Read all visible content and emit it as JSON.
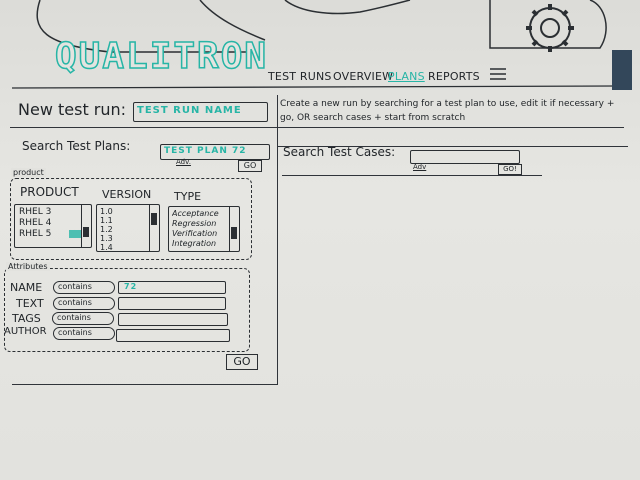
{
  "header": {
    "logo": "QUALITRON",
    "nav": [
      {
        "label": "TEST RUNS",
        "active": false
      },
      {
        "label": "OVERVIEW",
        "active": false
      },
      {
        "label": "PLANS",
        "active": true
      },
      {
        "label": "REPORTS",
        "active": false
      }
    ]
  },
  "new_run": {
    "label": "New test run:",
    "name_value": "TEST RUN NAME",
    "instructions": "Create a new run by searching for a test plan to use, edit it if necessary + go, OR search cases + start from scratch"
  },
  "search_plans": {
    "label": "Search Test Plans:",
    "value": "TEST PLAN 72",
    "adv_label": "Adv.",
    "go_label": "GO"
  },
  "product_group": {
    "title": "product",
    "columns": [
      {
        "header": "PRODUCT",
        "items": [
          "RHEL 3",
          "RHEL 4",
          "RHEL 5"
        ]
      },
      {
        "header": "VERSION",
        "items": [
          "1.0",
          "1.1",
          "1.2",
          "1.3",
          "1.4"
        ]
      },
      {
        "header": "TYPE",
        "items": [
          "Acceptance",
          "Regression",
          "Verification",
          "Integration"
        ]
      }
    ]
  },
  "attributes": {
    "title": "Attributes",
    "rows": [
      {
        "label": "NAME",
        "operator": "contains",
        "value": "72"
      },
      {
        "label": "TEXT",
        "operator": "contains",
        "value": ""
      },
      {
        "label": "TAGS",
        "operator": "contains",
        "value": ""
      },
      {
        "label": "AUTHOR",
        "operator": "contains",
        "value": ""
      }
    ],
    "go_label": "GO"
  },
  "search_cases": {
    "label": "Search Test Cases:",
    "value": "",
    "adv_label": "Adv",
    "go_label": "GO!"
  },
  "colors": {
    "accent": "#27b5a6",
    "ink": "#22262a",
    "board": "#e4e4e0"
  }
}
